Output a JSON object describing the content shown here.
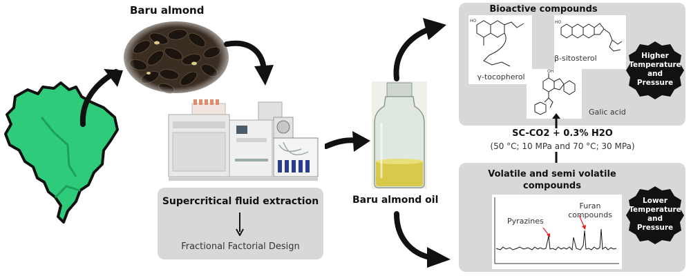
{
  "almond_label": "Baru almond",
  "extraction": {
    "title": "Supercritical fluid extraction",
    "design": "Fractional Factorial Design"
  },
  "oil_label": "Baru almond oil",
  "bioactive": {
    "title": "Bioactive compounds",
    "tocopherol": "γ-tocopherol",
    "sitosterol": "β-sitosterol",
    "galic": "Galic acid"
  },
  "conditions": {
    "solvent": "SC-CO2 + 0.3% H2O",
    "params": "(50 °C; 10 MPa and 70 °C; 30 MPa)"
  },
  "volatile": {
    "title_line1": "Volatile and semi volatile",
    "title_line2": "compounds",
    "pyrazines": "Pyrazines",
    "furan_line1": "Furan",
    "furan_line2": "compounds"
  },
  "badges": {
    "higher": [
      "Higher",
      "Temperature",
      "and",
      "Pressure"
    ],
    "lower": [
      "Lower",
      "Temperature",
      "and",
      "Pressure"
    ]
  },
  "colors": {
    "brazil_green": "#2ecc7a",
    "panel_gray": "#d8d8d8",
    "badge_black": "#111111",
    "oil_yellow": "#d8c94a",
    "annotation_red": "#e02020"
  }
}
